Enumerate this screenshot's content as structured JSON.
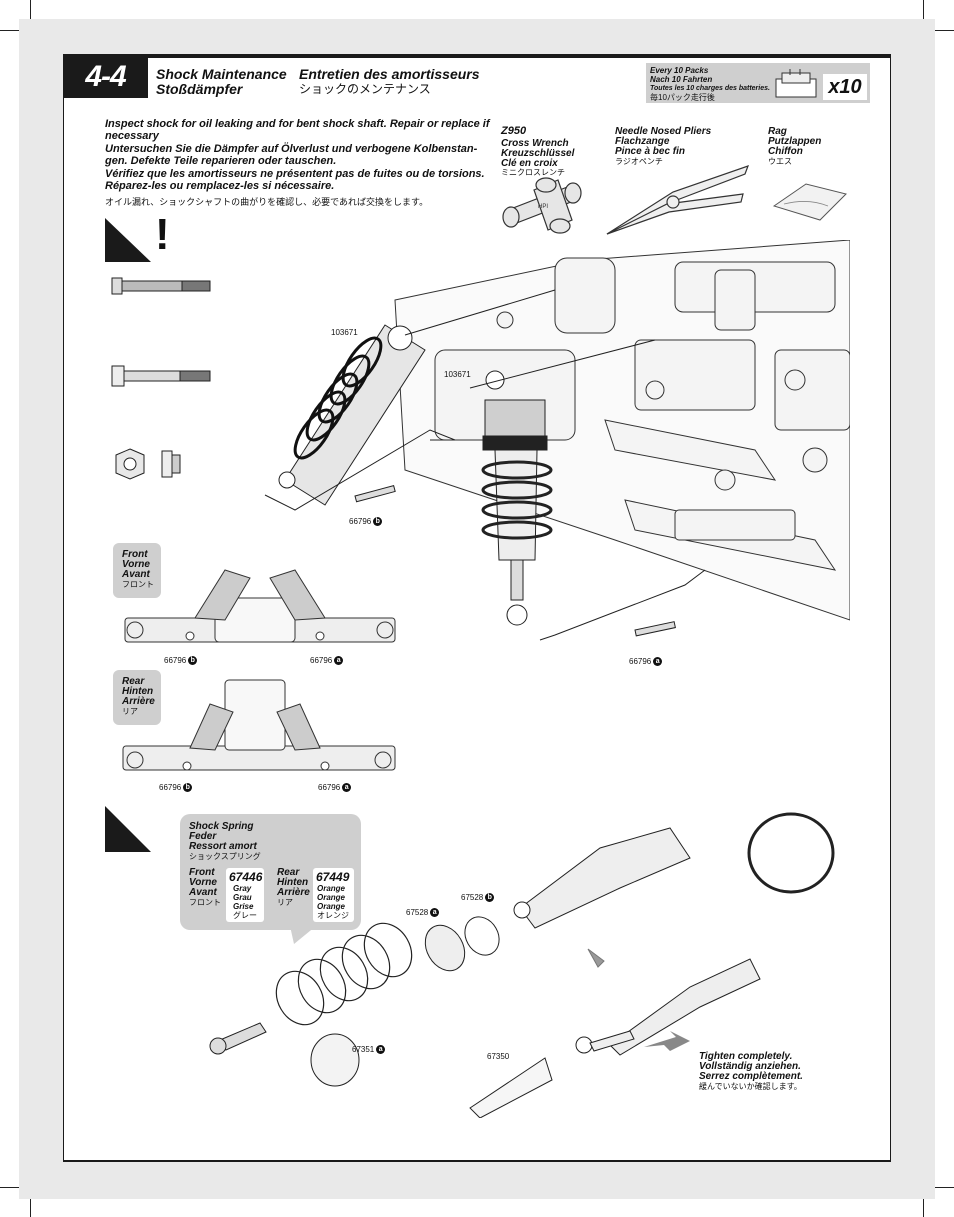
{
  "step": "4-4",
  "titles": {
    "en": "Shock Maintenance",
    "fr": "Entretien des amortisseurs",
    "de": "Stoßdämpfer",
    "jp": "ショックのメンテナンス"
  },
  "interval": {
    "en": "Every 10 Packs",
    "de": "Nach 10 Fahrten",
    "fr": "Toutes les 10 charges des batteries.",
    "jp": "毎10パック走行後",
    "multiplier": "x10"
  },
  "intro": {
    "en": "Inspect shock for oil leaking and for bent shock shaft. Repair or replace if necessary",
    "de": "Untersuchen Sie die Dämpfer auf Ölverlust und verbogene Kolbenstan- gen. Defekte Teile reparieren oder tauschen.",
    "fr": "Vérifiez que les amortisseurs ne présentent pas de fuites ou de torsions. Réparez-les ou remplacez-les si nécessaire.",
    "jp": "オイル漏れ、ショックシャフトの曲がりを確認し、必要であれば交換をします。"
  },
  "tools": [
    {
      "code": "Z950",
      "en": "Cross Wrench",
      "de": "Kreuzschlüssel",
      "fr": "Clé en croix",
      "jp": "ミニクロスレンチ"
    },
    {
      "code": "",
      "en": "Needle Nosed Pliers",
      "de": "Flachzange",
      "fr": "Pince à bec fin",
      "jp": "ラジオペンチ"
    },
    {
      "code": "",
      "en": "Rag",
      "de": "Putzlappen",
      "fr": "Chiffon",
      "jp": "ウエス"
    }
  ],
  "warning_symbol": "!",
  "wrench_label": "HPI",
  "part_numbers": {
    "nut_upper": "103671",
    "nut_lower": "103671",
    "bolt_b_main": "66796",
    "bolt_a_main": "66796",
    "front_b": "66796",
    "front_a": "66796",
    "rear_b": "66796",
    "rear_a": "66796",
    "oring_a": "67528",
    "oring_b": "67528",
    "cap_a": "67351",
    "boot": "67350"
  },
  "letters": {
    "a": "a",
    "b": "b"
  },
  "front_label": {
    "en": "Front",
    "de": "Vorne",
    "fr": "Avant",
    "jp": "フロント"
  },
  "rear_label": {
    "en": "Rear",
    "de": "Hinten",
    "fr": "Arrière",
    "jp": "リア"
  },
  "spring": {
    "title_en": "Shock Spring",
    "title_de": "Feder",
    "title_fr": "Ressort amort",
    "title_jp": "ショックスプリング",
    "front": {
      "en": "Front",
      "de": "Vorne",
      "fr": "Avant",
      "jp": "フロント",
      "part": "67446",
      "color_en": "Gray",
      "color_de": "Grau",
      "color_fr": "Grise",
      "color_jp": "グレー"
    },
    "rear": {
      "en": "Rear",
      "de": "Hinten",
      "fr": "Arrière",
      "jp": "リア",
      "part": "67449",
      "color_en": "Orange",
      "color_de": "Orange",
      "color_fr": "Orange",
      "color_jp": "オレンジ"
    }
  },
  "tighten": {
    "en": "Tighten completely.",
    "de": "Vollständig anziehen.",
    "fr": "Serrez complètement.",
    "jp": "緩んでいないか確認します。"
  },
  "colors": {
    "accent": "#1a1a1a",
    "panel": "#cfcfcf",
    "background": "#e9e9e9"
  }
}
